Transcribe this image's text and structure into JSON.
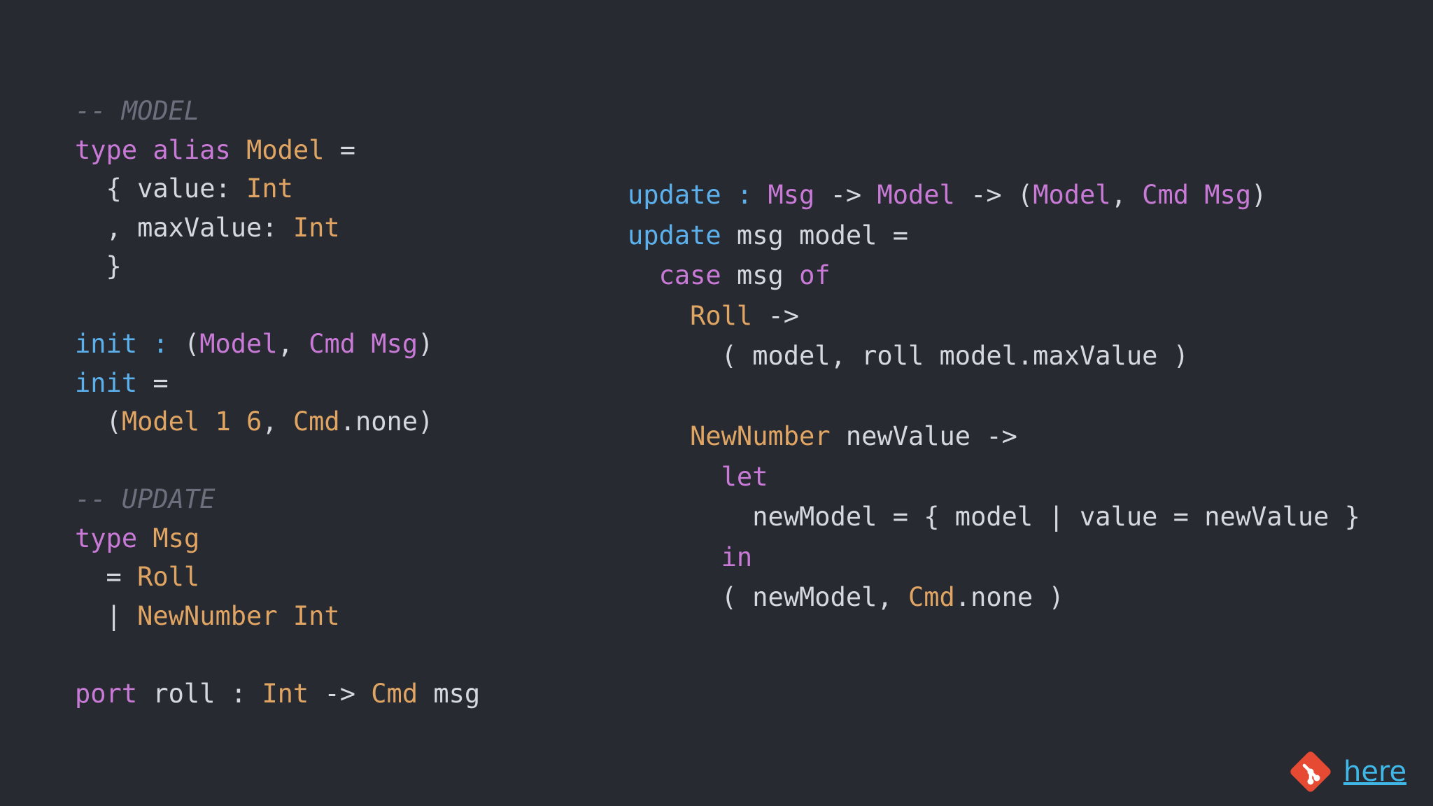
{
  "code_left": [
    [
      {
        "t": "-- MODEL",
        "c": "comment"
      }
    ],
    [
      {
        "t": "type",
        "c": "keyword"
      },
      {
        "t": " "
      },
      {
        "t": "alias",
        "c": "keyword"
      },
      {
        "t": " "
      },
      {
        "t": "Model",
        "c": "type"
      },
      {
        "t": " ="
      }
    ],
    [
      {
        "t": "  { value: "
      },
      {
        "t": "Int",
        "c": "type"
      }
    ],
    [
      {
        "t": "  , maxValue: "
      },
      {
        "t": "Int",
        "c": "type"
      }
    ],
    [
      {
        "t": "  }"
      }
    ],
    [],
    [
      {
        "t": "init",
        "c": "func"
      },
      {
        "t": " "
      },
      {
        "t": ":",
        "c": "func"
      },
      {
        "t": " ("
      },
      {
        "t": "Model",
        "c": "ctor"
      },
      {
        "t": ", "
      },
      {
        "t": "Cmd Msg",
        "c": "ctor"
      },
      {
        "t": ")"
      }
    ],
    [
      {
        "t": "init",
        "c": "func"
      },
      {
        "t": " ="
      }
    ],
    [
      {
        "t": "  ("
      },
      {
        "t": "Model 1 6",
        "c": "type"
      },
      {
        "t": ", "
      },
      {
        "t": "Cmd",
        "c": "type"
      },
      {
        "t": ".none)"
      }
    ],
    [],
    [
      {
        "t": "-- UPDATE",
        "c": "comment"
      }
    ],
    [
      {
        "t": "type",
        "c": "keyword"
      },
      {
        "t": " "
      },
      {
        "t": "Msg",
        "c": "type"
      }
    ],
    [
      {
        "t": "  = "
      },
      {
        "t": "Roll",
        "c": "type"
      }
    ],
    [
      {
        "t": "  | "
      },
      {
        "t": "NewNumber",
        "c": "type"
      },
      {
        "t": " "
      },
      {
        "t": "Int",
        "c": "type"
      }
    ],
    [],
    [
      {
        "t": "port",
        "c": "keyword"
      },
      {
        "t": " roll : "
      },
      {
        "t": "Int",
        "c": "type"
      },
      {
        "t": " -> "
      },
      {
        "t": "Cmd",
        "c": "type"
      },
      {
        "t": " msg"
      }
    ]
  ],
  "code_right": [
    [
      {
        "t": "update",
        "c": "func"
      },
      {
        "t": " "
      },
      {
        "t": ":",
        "c": "func"
      },
      {
        "t": " "
      },
      {
        "t": "Msg",
        "c": "ctor"
      },
      {
        "t": " -> "
      },
      {
        "t": "Model",
        "c": "ctor"
      },
      {
        "t": " -> ("
      },
      {
        "t": "Model",
        "c": "ctor"
      },
      {
        "t": ", "
      },
      {
        "t": "Cmd Msg",
        "c": "ctor"
      },
      {
        "t": ")"
      }
    ],
    [
      {
        "t": "update",
        "c": "func"
      },
      {
        "t": " msg model ="
      }
    ],
    [
      {
        "t": "  "
      },
      {
        "t": "case",
        "c": "keyword"
      },
      {
        "t": " msg "
      },
      {
        "t": "of",
        "c": "keyword"
      }
    ],
    [
      {
        "t": "    "
      },
      {
        "t": "Roll",
        "c": "type"
      },
      {
        "t": " ->"
      }
    ],
    [
      {
        "t": "      ( model, roll model.maxValue )"
      }
    ],
    [],
    [
      {
        "t": "    "
      },
      {
        "t": "NewNumber",
        "c": "type"
      },
      {
        "t": " newValue ->"
      }
    ],
    [
      {
        "t": "      "
      },
      {
        "t": "let",
        "c": "keyword"
      }
    ],
    [
      {
        "t": "        newModel = { model | value = newValue }"
      }
    ],
    [
      {
        "t": "      "
      },
      {
        "t": "in",
        "c": "keyword"
      }
    ],
    [
      {
        "t": "      ( newModel, "
      },
      {
        "t": "Cmd",
        "c": "type"
      },
      {
        "t": ".none )"
      }
    ]
  ],
  "link": {
    "label": "here",
    "icon": "git-icon",
    "icon_color": "#e64a32"
  },
  "colors": {
    "background": "#282a32",
    "keyword": "#c87ad6",
    "type": "#e0a563",
    "function": "#5cb1ec",
    "comment": "#6b707c",
    "text": "#d5d8e0",
    "link": "#3fb8e8"
  }
}
